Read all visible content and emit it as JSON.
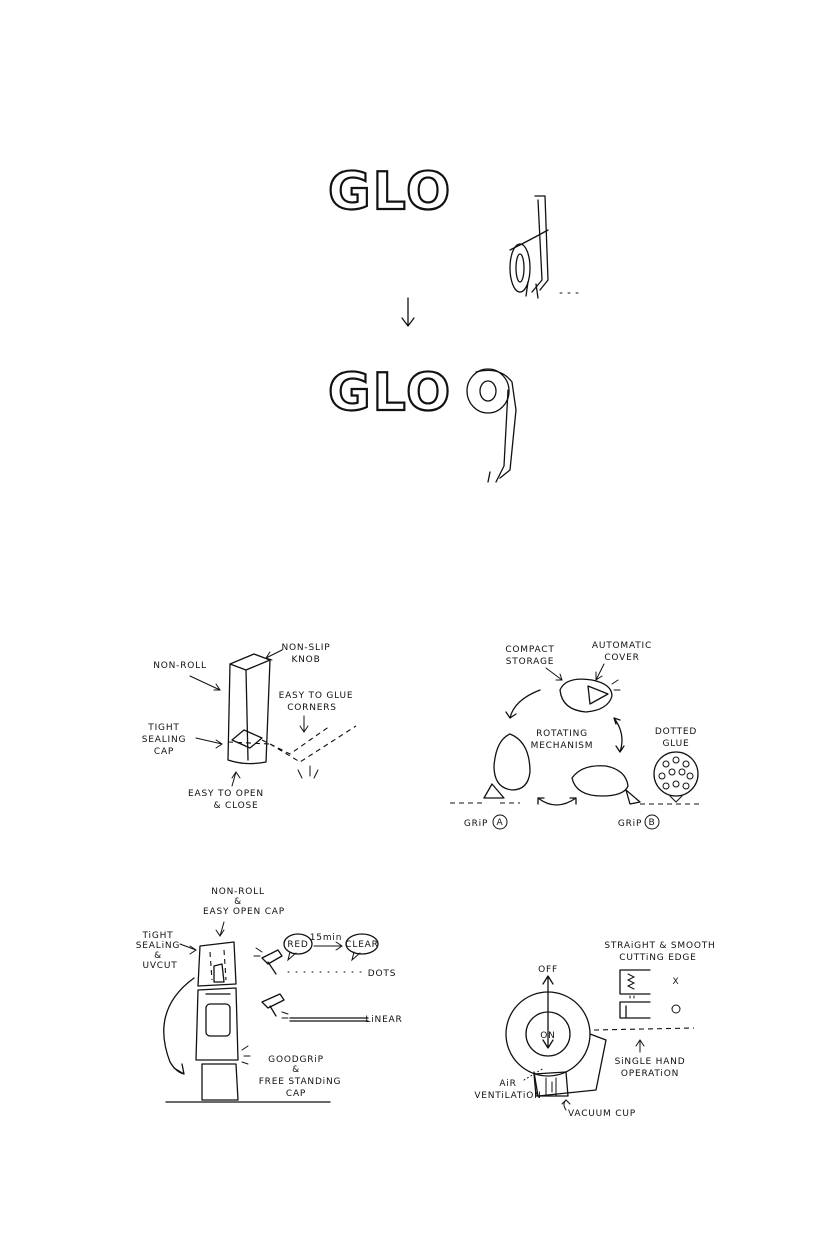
{
  "title": {
    "word_before": "GLO",
    "word_after": "GLO"
  },
  "panel_stick": {
    "non_slip_knob": [
      "NON-SLIP",
      "KNOB"
    ],
    "non_roll": "NON-ROLL",
    "easy_corners": [
      "EASY TO GLUE",
      "CORNERS"
    ],
    "tight_cap": [
      "TIGHT",
      "SEALING",
      "CAP"
    ],
    "easy_open": [
      "EASY TO OPEN",
      "& CLOSE"
    ]
  },
  "panel_rotating": {
    "compact_storage": [
      "COMPACT",
      "STORAGE"
    ],
    "automatic_cover": [
      "AUTOMATIC",
      "COVER"
    ],
    "rotating_mechanism": [
      "ROTATING",
      "MECHANISM"
    ],
    "dotted_glue": [
      "DOTTED",
      "GLUE"
    ],
    "grip_a": "GRiP",
    "grip_a_letter": "A",
    "grip_b": "GRiP",
    "grip_b_letter": "B"
  },
  "panel_liquid": {
    "non_roll_cap": [
      "NON-ROLL",
      "&",
      "EASY OPEN CAP"
    ],
    "tight_uvcut": [
      "TiGHT",
      "SEALiNG",
      "&",
      "UVCUT"
    ],
    "red": "RED",
    "time": "15min",
    "clear": "CLEAR",
    "dots": "DOTS",
    "linear": "LiNEAR",
    "good_grip": [
      "GOODGRiP",
      "&",
      "FREE STANDiNG",
      "CAP"
    ]
  },
  "panel_tape": {
    "straight_edge": [
      "STRAiGHT & SMOOTH",
      "CUTTiNG EDGE"
    ],
    "mark_bad": "X",
    "mark_good": "O",
    "off": "OFF",
    "on": "ON",
    "single_hand": [
      "SiNGLE HAND",
      "OPERATiON"
    ],
    "air_vent": [
      "AiR",
      "VENTiLATiON"
    ],
    "vacuum_cup": "VACUUM CUP"
  }
}
